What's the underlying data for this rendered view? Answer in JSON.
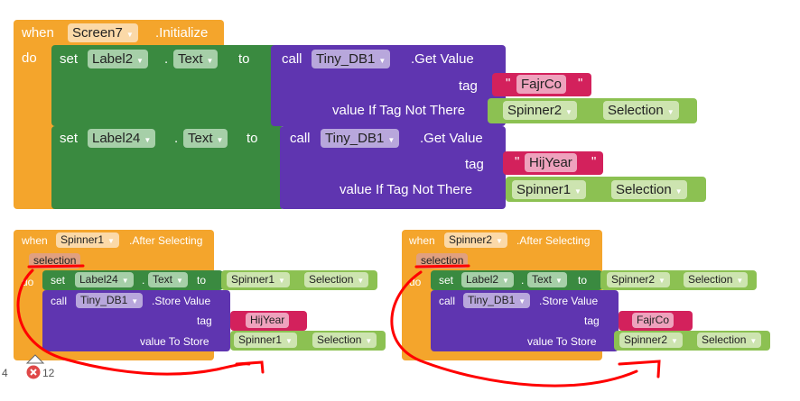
{
  "block1": {
    "when": "when",
    "component": "Screen7",
    "event": ".Initialize",
    "do": "do",
    "set1": {
      "set": "set",
      "label": "Label2",
      "dot": ".",
      "prop": "Text",
      "to": "to",
      "call": "call",
      "db": "Tiny_DB1",
      "method": ".Get Value",
      "tag": "tag",
      "tag_value": "FajrCo",
      "default_label": "value If Tag Not There",
      "spinner": "Spinner2",
      "spinner_prop": "Selection"
    },
    "set2": {
      "set": "set",
      "label": "Label24",
      "dot": ".",
      "prop": "Text",
      "to": "to",
      "call": "call",
      "db": "Tiny_DB1",
      "method": ".Get Value",
      "tag": "tag",
      "tag_value": "HijYear",
      "default_label": "value If Tag Not There",
      "spinner": "Spinner1",
      "spinner_prop": "Selection"
    }
  },
  "block2": {
    "when": "when",
    "component": "Spinner1",
    "event": ".After Selecting",
    "param": "selection",
    "do": "do",
    "set": "set",
    "label": "Label24",
    "dot": ".",
    "prop": "Text",
    "to": "to",
    "spinner": "Spinner1",
    "spinner_prop": "Selection",
    "call": "call",
    "db": "Tiny_DB1",
    "method": ".Store Value",
    "tag": "tag",
    "tag_value": "HijYear",
    "store_label": "value To Store",
    "store_spinner": "Spinner1",
    "store_prop": "Selection"
  },
  "block3": {
    "when": "when",
    "component": "Spinner2",
    "event": ".After Selecting",
    "param": "selection",
    "do": "do",
    "set": "set",
    "label": "Label2",
    "dot": ".",
    "prop": "Text",
    "to": "to",
    "spinner": "Spinner2",
    "spinner_prop": "Selection",
    "call": "call",
    "db": "Tiny_DB1",
    "method": ".Store Value",
    "tag": "tag",
    "tag_value": "FajrCo",
    "store_label": "value To Store",
    "store_spinner": "Spinner2",
    "store_prop": "Selection"
  },
  "status": {
    "warnings": "4",
    "errors": "12"
  },
  "colors": {
    "event": "#f4a52c",
    "set": "#3a8a40",
    "call": "#5f35b0",
    "component": "#8cc152",
    "text": "#d3215c",
    "annotation": "#ff0000"
  }
}
